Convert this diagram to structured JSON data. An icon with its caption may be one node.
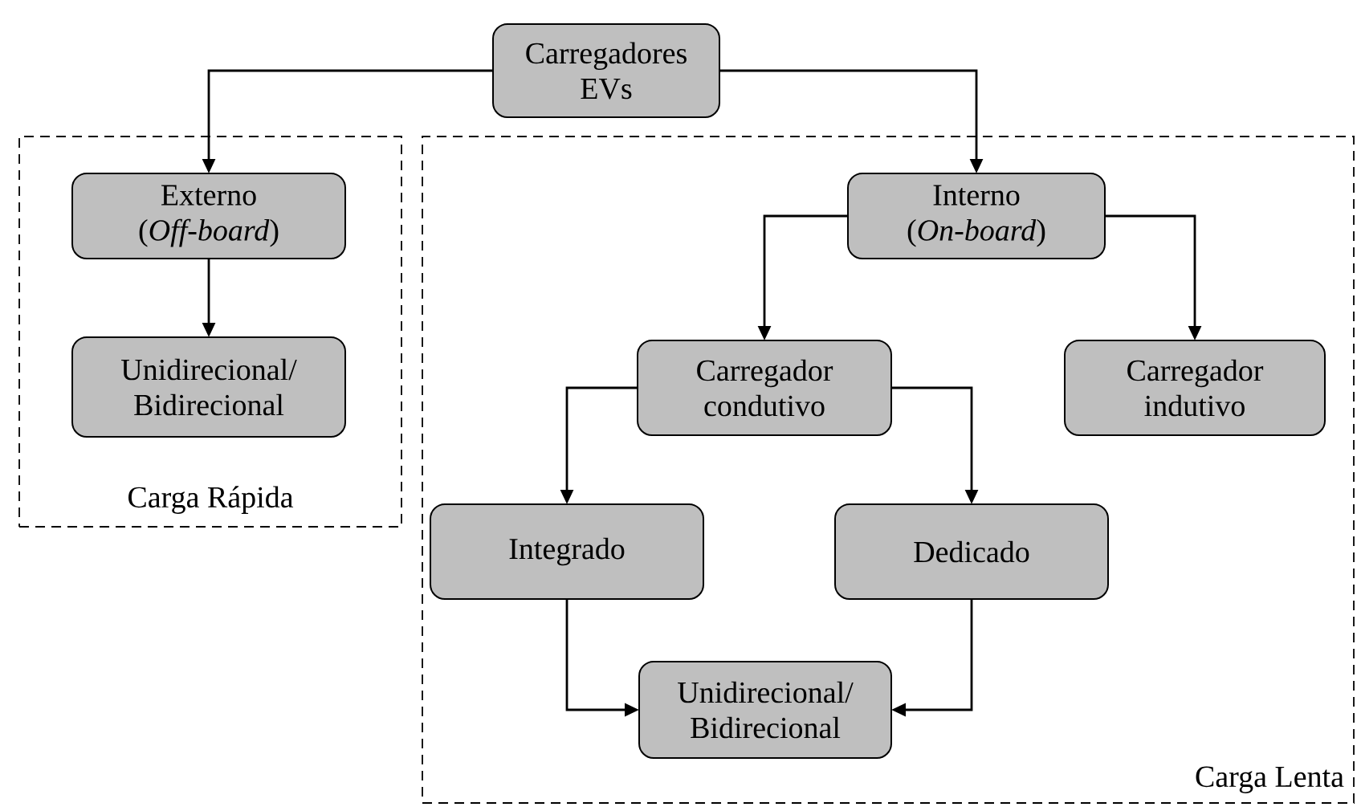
{
  "diagram": {
    "nodes": [
      {
        "text": [
          "Carregadores EVs"
        ]
      },
      {
        "text": [
          "Carga Rápida"
        ]
      },
      {
        "text": [
          "Externo (*Off-board*)"
        ],
        "in": 1
      },
      {
        "text": [
          "Unidirecional/ Bidirecional"
        ],
        "in": 1
      },
      {
        "text": [
          "Carga Lenta"
        ]
      },
      {
        "text": [
          "Interno (*On-board*)"
        ],
        "in": 4
      },
      {
        "text": [
          "Carregador condutivo"
        ],
        "in": 4
      },
      {
        "text": [
          "Carregador indutivo"
        ],
        "in": 4
      },
      {
        "text": [
          "Integrado"
        ],
        "in": 4
      },
      {
        "text": [
          "Dedicado"
        ],
        "in": 4
      },
      {
        "text": [
          "Unidirecional/ Bidirecional"
        ],
        "in": 4
      }
    ],
    "edges": [
      {
        "from": 0,
        "to": 2,
        "arrow": "to"
      },
      {
        "from": 0,
        "to": 5,
        "arrow": "to"
      },
      {
        "from": 2,
        "to": 3,
        "arrow": "to"
      },
      {
        "from": 5,
        "to": 6,
        "arrow": "to"
      },
      {
        "from": 5,
        "to": 7,
        "arrow": "to"
      },
      {
        "from": 6,
        "to": 8,
        "arrow": "to"
      },
      {
        "from": 6,
        "to": 9,
        "arrow": "to"
      },
      {
        "from": 8,
        "to": 10,
        "arrow": "to"
      },
      {
        "from": 9,
        "to": 10,
        "arrow": "to"
      }
    ]
  }
}
